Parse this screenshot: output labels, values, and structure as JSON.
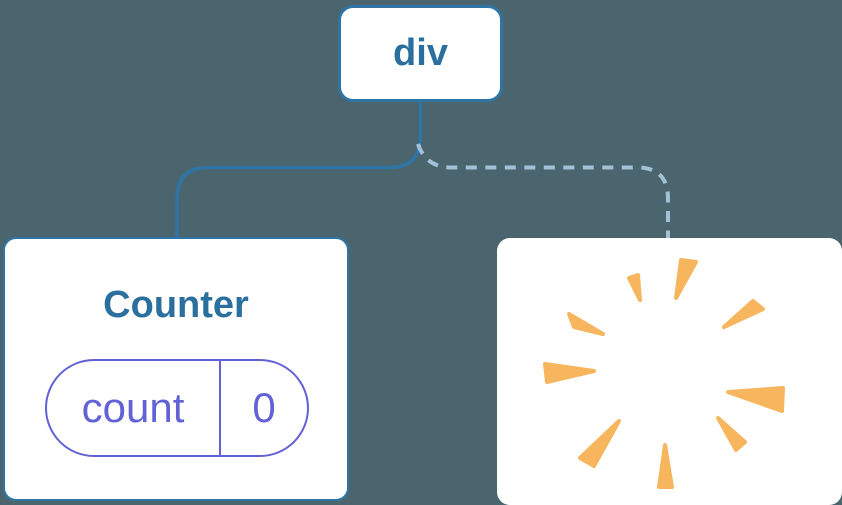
{
  "tree": {
    "root": {
      "label": "div"
    },
    "left_child": {
      "title": "Counter",
      "state_pill": {
        "name": "count",
        "value": "0"
      }
    },
    "right_child": {
      "icon": "poof-sparkle-icon"
    }
  },
  "colors": {
    "background": "#4a656e",
    "node_background": "#ffffff",
    "node_border_blue": "#2e75a6",
    "node_text_blue": "#2b6f9e",
    "connector_solid": "#2e75a6",
    "connector_dashed": "#a0c1d6",
    "state_purple": "#6261d6",
    "poof_orange": "#f7b55e"
  }
}
